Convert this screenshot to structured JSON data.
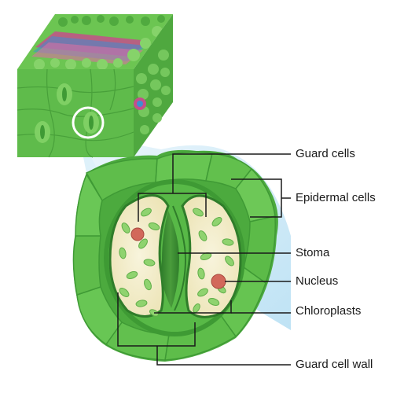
{
  "labels": {
    "guard_cells": "Guard cells",
    "epidermal_cells": "Epidermal cells",
    "stoma": "Stoma",
    "nucleus": "Nucleus",
    "chloroplasts": "Chloroplasts",
    "guard_cell_wall": "Guard cell wall"
  },
  "colors": {
    "leaf_green": "#57b546",
    "epidermis_dark": "#3f9a35",
    "guard_cell_fill": "#f4efcf",
    "chloroplast": "#8fd36f",
    "nucleus": "#d2685a",
    "magnify_blue": "#bfe3f5",
    "vascular_pink": "#c44f8a"
  }
}
